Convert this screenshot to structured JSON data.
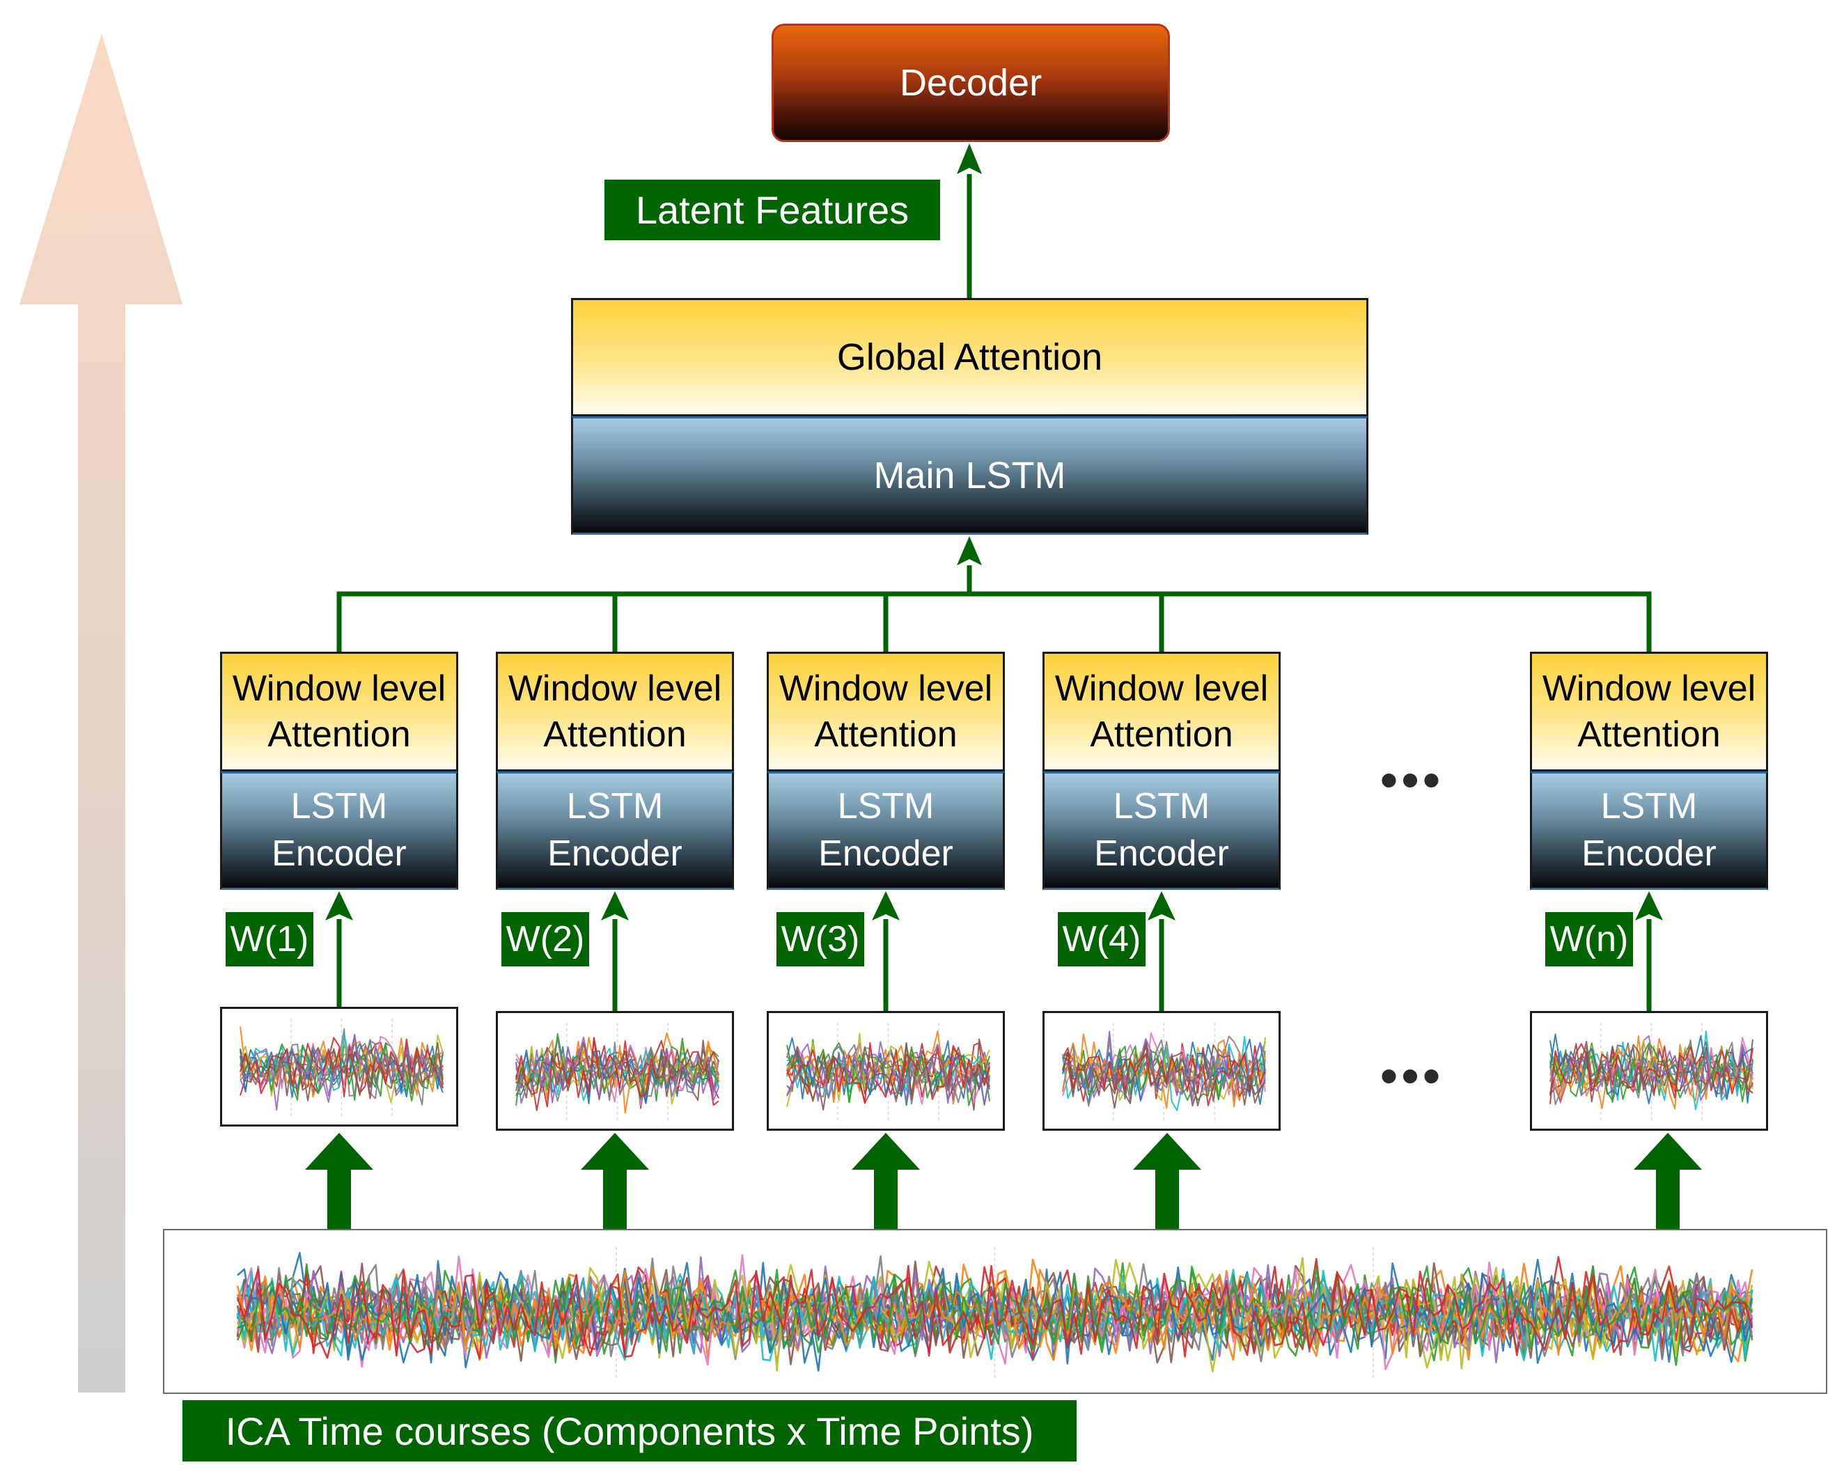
{
  "decoder": {
    "label": "Decoder"
  },
  "latent_features": {
    "label": "Latent Features"
  },
  "global_attention": {
    "label": "Global Attention"
  },
  "main_lstm": {
    "label": "Main LSTM"
  },
  "window_attention_label": "Window level\nAttention",
  "lstm_encoder_label": "LSTM\nEncoder",
  "window_labels": [
    "W(1)",
    "W(2)",
    "W(3)",
    "W(4)",
    "W(n)"
  ],
  "ellipsis": "•••",
  "input": {
    "label": "ICA Time courses (Components x Time Points)"
  },
  "colors": {
    "arrow_green": "#006400",
    "label_bg": "#006400",
    "attention_gold": "#fdd23c",
    "lstm_blue": "#a7cde2",
    "decoder_orange": "#e8690c",
    "flow_arrow_top": "#f8d8c2",
    "flow_arrow_bottom": "#d0d0d0",
    "trace_palette": [
      "#1f77b4",
      "#ff7f0e",
      "#2ca02c",
      "#d62728",
      "#9467bd",
      "#8c564b",
      "#e377c2",
      "#7f7f7f",
      "#bcbd22",
      "#17becf"
    ]
  }
}
